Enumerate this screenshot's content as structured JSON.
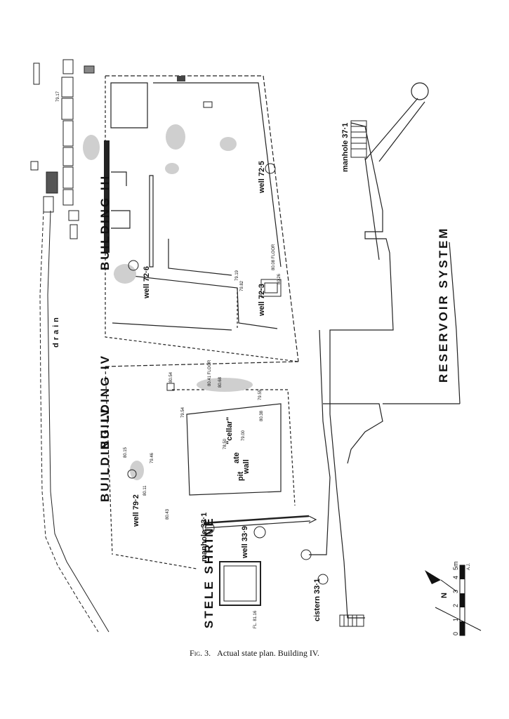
{
  "figure": {
    "number": "Fig. 3.",
    "title": "Actual state plan. Building IV."
  },
  "labels": {
    "building_iii": "BUILDING III",
    "building_iv_upper": "BUILDING IV",
    "building_iv_lower": "BUILDING IV",
    "reservoir": "RESERVOIR SYSTEM",
    "stele_shrine": "STELE SHRINE",
    "drain": "drain",
    "well_72_6": "well 72·6",
    "well_72_5": "well 72·5",
    "well_72_3": "well 72·3",
    "well_79_2": "well 79·2",
    "well_33_9": "well 33·9",
    "manhole_37_1": "manhole 37·1",
    "manhole_33_1": "manhole 33·1",
    "cistern_33_1": "cistern 33·1",
    "cellar": "\"cellar\"",
    "pit_cellar": "pit",
    "ate": "ate",
    "wall": "wall"
  },
  "levels": {
    "l7917": "79.17",
    "l8008": "80.08 FLOOR",
    "l8026": "80.26",
    "l7919": "79.19",
    "l7982": "79.82",
    "l8041": "80.41 FLOOR",
    "l8054": "80.54",
    "l8068": "80.68",
    "l7955": "79.55",
    "l7954": "79.54",
    "l8038": "80.38",
    "l7900": "79.00",
    "l7850": "78.50",
    "l8015": "80.15",
    "l7946": "79.46",
    "l8011": "80.11",
    "l8043": "80.43",
    "l8116": "FL. 81.16"
  },
  "scale": {
    "ticks": [
      "0",
      "1",
      "2",
      "3",
      "4",
      "5m"
    ],
    "north": "N",
    "credit": "A.J."
  }
}
